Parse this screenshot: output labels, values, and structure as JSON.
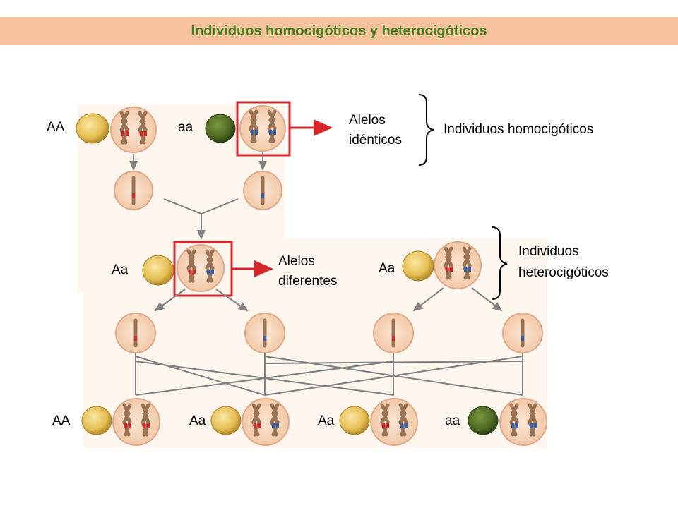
{
  "title": "Individuos homocigóticos y heterocigóticos",
  "genotypes": {
    "parent_homo_dom": "AA",
    "parent_homo_rec": "aa",
    "f1_left": "Aa",
    "f1_right": "Aa",
    "f2_1": "AA",
    "f2_2": "Aa",
    "f2_3": "Aa",
    "f2_4": "aa"
  },
  "labels": {
    "identical_alleles_line1": "Alelos",
    "identical_alleles_line2": "idénticos",
    "homozygous": "Individuos homocigóticos",
    "different_alleles_line1": "Alelos",
    "different_alleles_line2": "diferentes",
    "heterozygous_line1": "Individuos",
    "heterozygous_line2": "heterocigóticos"
  },
  "colors": {
    "title_bar": "#f8c39c",
    "title_text": "#3e7c1e",
    "highlight": "#d9262a",
    "allele_dominant": "#d9262a",
    "allele_recessive": "#2f5fb0",
    "yellow_pea": "#e9c25a",
    "green_pea": "#4e6a22"
  }
}
